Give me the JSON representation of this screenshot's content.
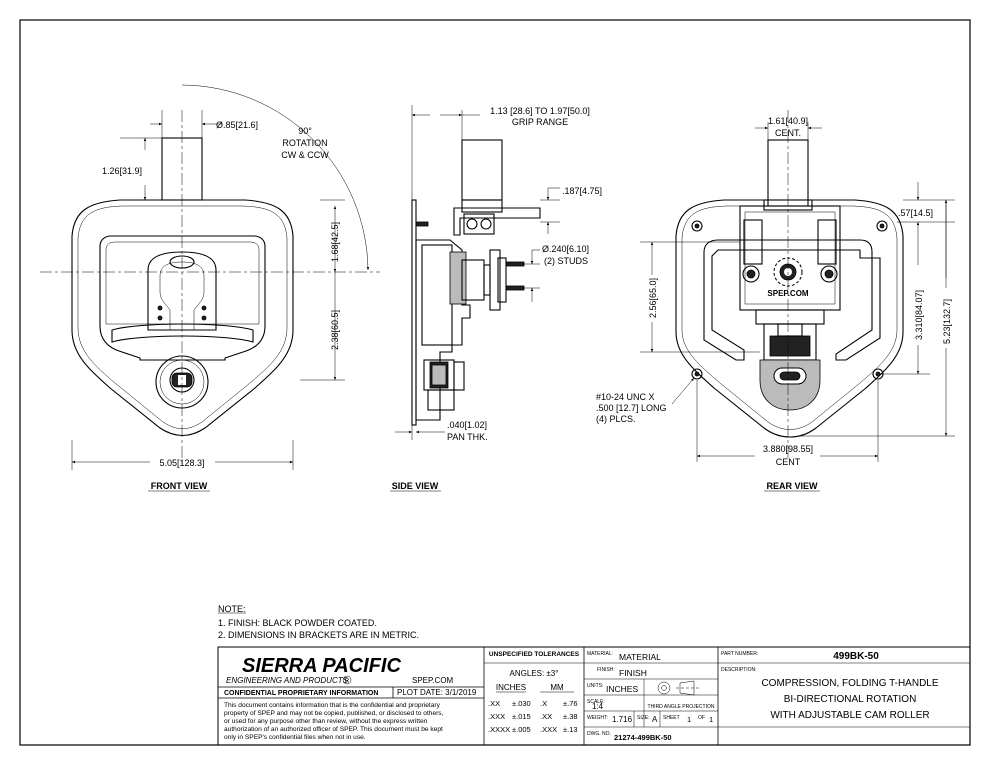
{
  "views": {
    "front": {
      "title": "FRONT VIEW",
      "dims": {
        "dia_handle": "Ø.85[21.6]",
        "rotation": [
          "90°",
          "ROTATION",
          "CW & CCW"
        ],
        "handle_height": "1.26[31.9]",
        "upper": "1.68[42.5]",
        "lower": "2.38[60.5]",
        "width": "5.05[128.3]"
      }
    },
    "side": {
      "title": "SIDE VIEW",
      "dims": {
        "grip_range": [
          "1.13 [28.6] TO 1.97[50.0]",
          "GRIP RANGE"
        ],
        "thickness": ".187[4.75]",
        "studs": [
          "Ø.240[6.10]",
          "(2) STUDS"
        ],
        "pan_thk": [
          ".040[1.02]",
          "PAN THK."
        ]
      }
    },
    "rear": {
      "title": "REAR VIEW",
      "logo_text": "SPEP.COM",
      "dims": {
        "cent_top": [
          "1.61[40.9]",
          "CENT."
        ],
        "top_offset": ".57[14.5]",
        "height_a": "2.56[65.0]",
        "height_b": "3.310[84.07]",
        "height_c": "5.23[132.7]",
        "screws": [
          "#10-24 UNC X",
          ".500 [12.7] LONG",
          "(4) PLCS."
        ],
        "cent_bottom": [
          "3.880[98.55]",
          "CENT"
        ]
      }
    }
  },
  "notes": {
    "heading": "NOTE:",
    "items": [
      "1.  FINISH: BLACK POWDER COATED.",
      "2.  DIMENSIONS IN BRACKETS ARE IN METRIC."
    ]
  },
  "title_block": {
    "company": "SIERRA PACIFIC",
    "company_sub": "ENGINEERING AND PRODUCTS",
    "registered": "R",
    "website": "SPEP.COM",
    "confidential_label": "CONFIDENTIAL PROPRIETARY INFORMATION",
    "plot_date": "PLOT DATE:  3/1/2019",
    "disclaimer": [
      "This document contains information that is the confidential and proprietary",
      "property of SPEP and may not be copied, published, or disclosed to others,",
      "or used for any purpose  other than review, without the express written",
      "authorization of an authorized officer of SPEP. This document must be kept",
      "only in SPEP's confidential files when not in use."
    ],
    "tolerances": {
      "heading": "UNSPECIFIED TOLERANCES",
      "angles": "ANGLES: ±3°",
      "inches_label": "INCHES",
      "mm_label": "MM",
      "rows": [
        {
          "in": ".XX",
          "in_tol": "±.030",
          "mm": ".X",
          "mm_tol": "±.76"
        },
        {
          "in": ".XXX",
          "in_tol": "±.015",
          "mm": ".XX",
          "mm_tol": "±.38"
        },
        {
          "in": ".XXXX",
          "in_tol": "±.005",
          "mm": ".XXX",
          "mm_tol": "±.13"
        }
      ]
    },
    "material_label": "MATERIAL:",
    "material_value": "MATERIAL",
    "finish_label": "FINISH:",
    "finish_value": "FINISH",
    "units_label": "UNITS:",
    "units_value": "INCHES",
    "projection": "THIRD ANGLE PROJECTION",
    "scale_label": "SCALE:",
    "scale_value": "1:4",
    "weight_label": "WEIGHT:",
    "weight_value": "1.716",
    "size_label": "SIZE:",
    "size_value": "A",
    "sheet_label": "SHEET",
    "sheet_value": "1",
    "of_label": "OF",
    "of_value": "1",
    "dwg_label": "DWG. NO.",
    "dwg_value": "21274-499BK-50",
    "part_number_label": "PART NUMBER:",
    "part_number_value": "499BK-50",
    "description_label": "DESCRIPTION:",
    "description_lines": [
      "COMPRESSION, FOLDING T-HANDLE",
      "BI-DIRECTIONAL ROTATION",
      "WITH ADJUSTABLE CAM ROLLER"
    ]
  }
}
